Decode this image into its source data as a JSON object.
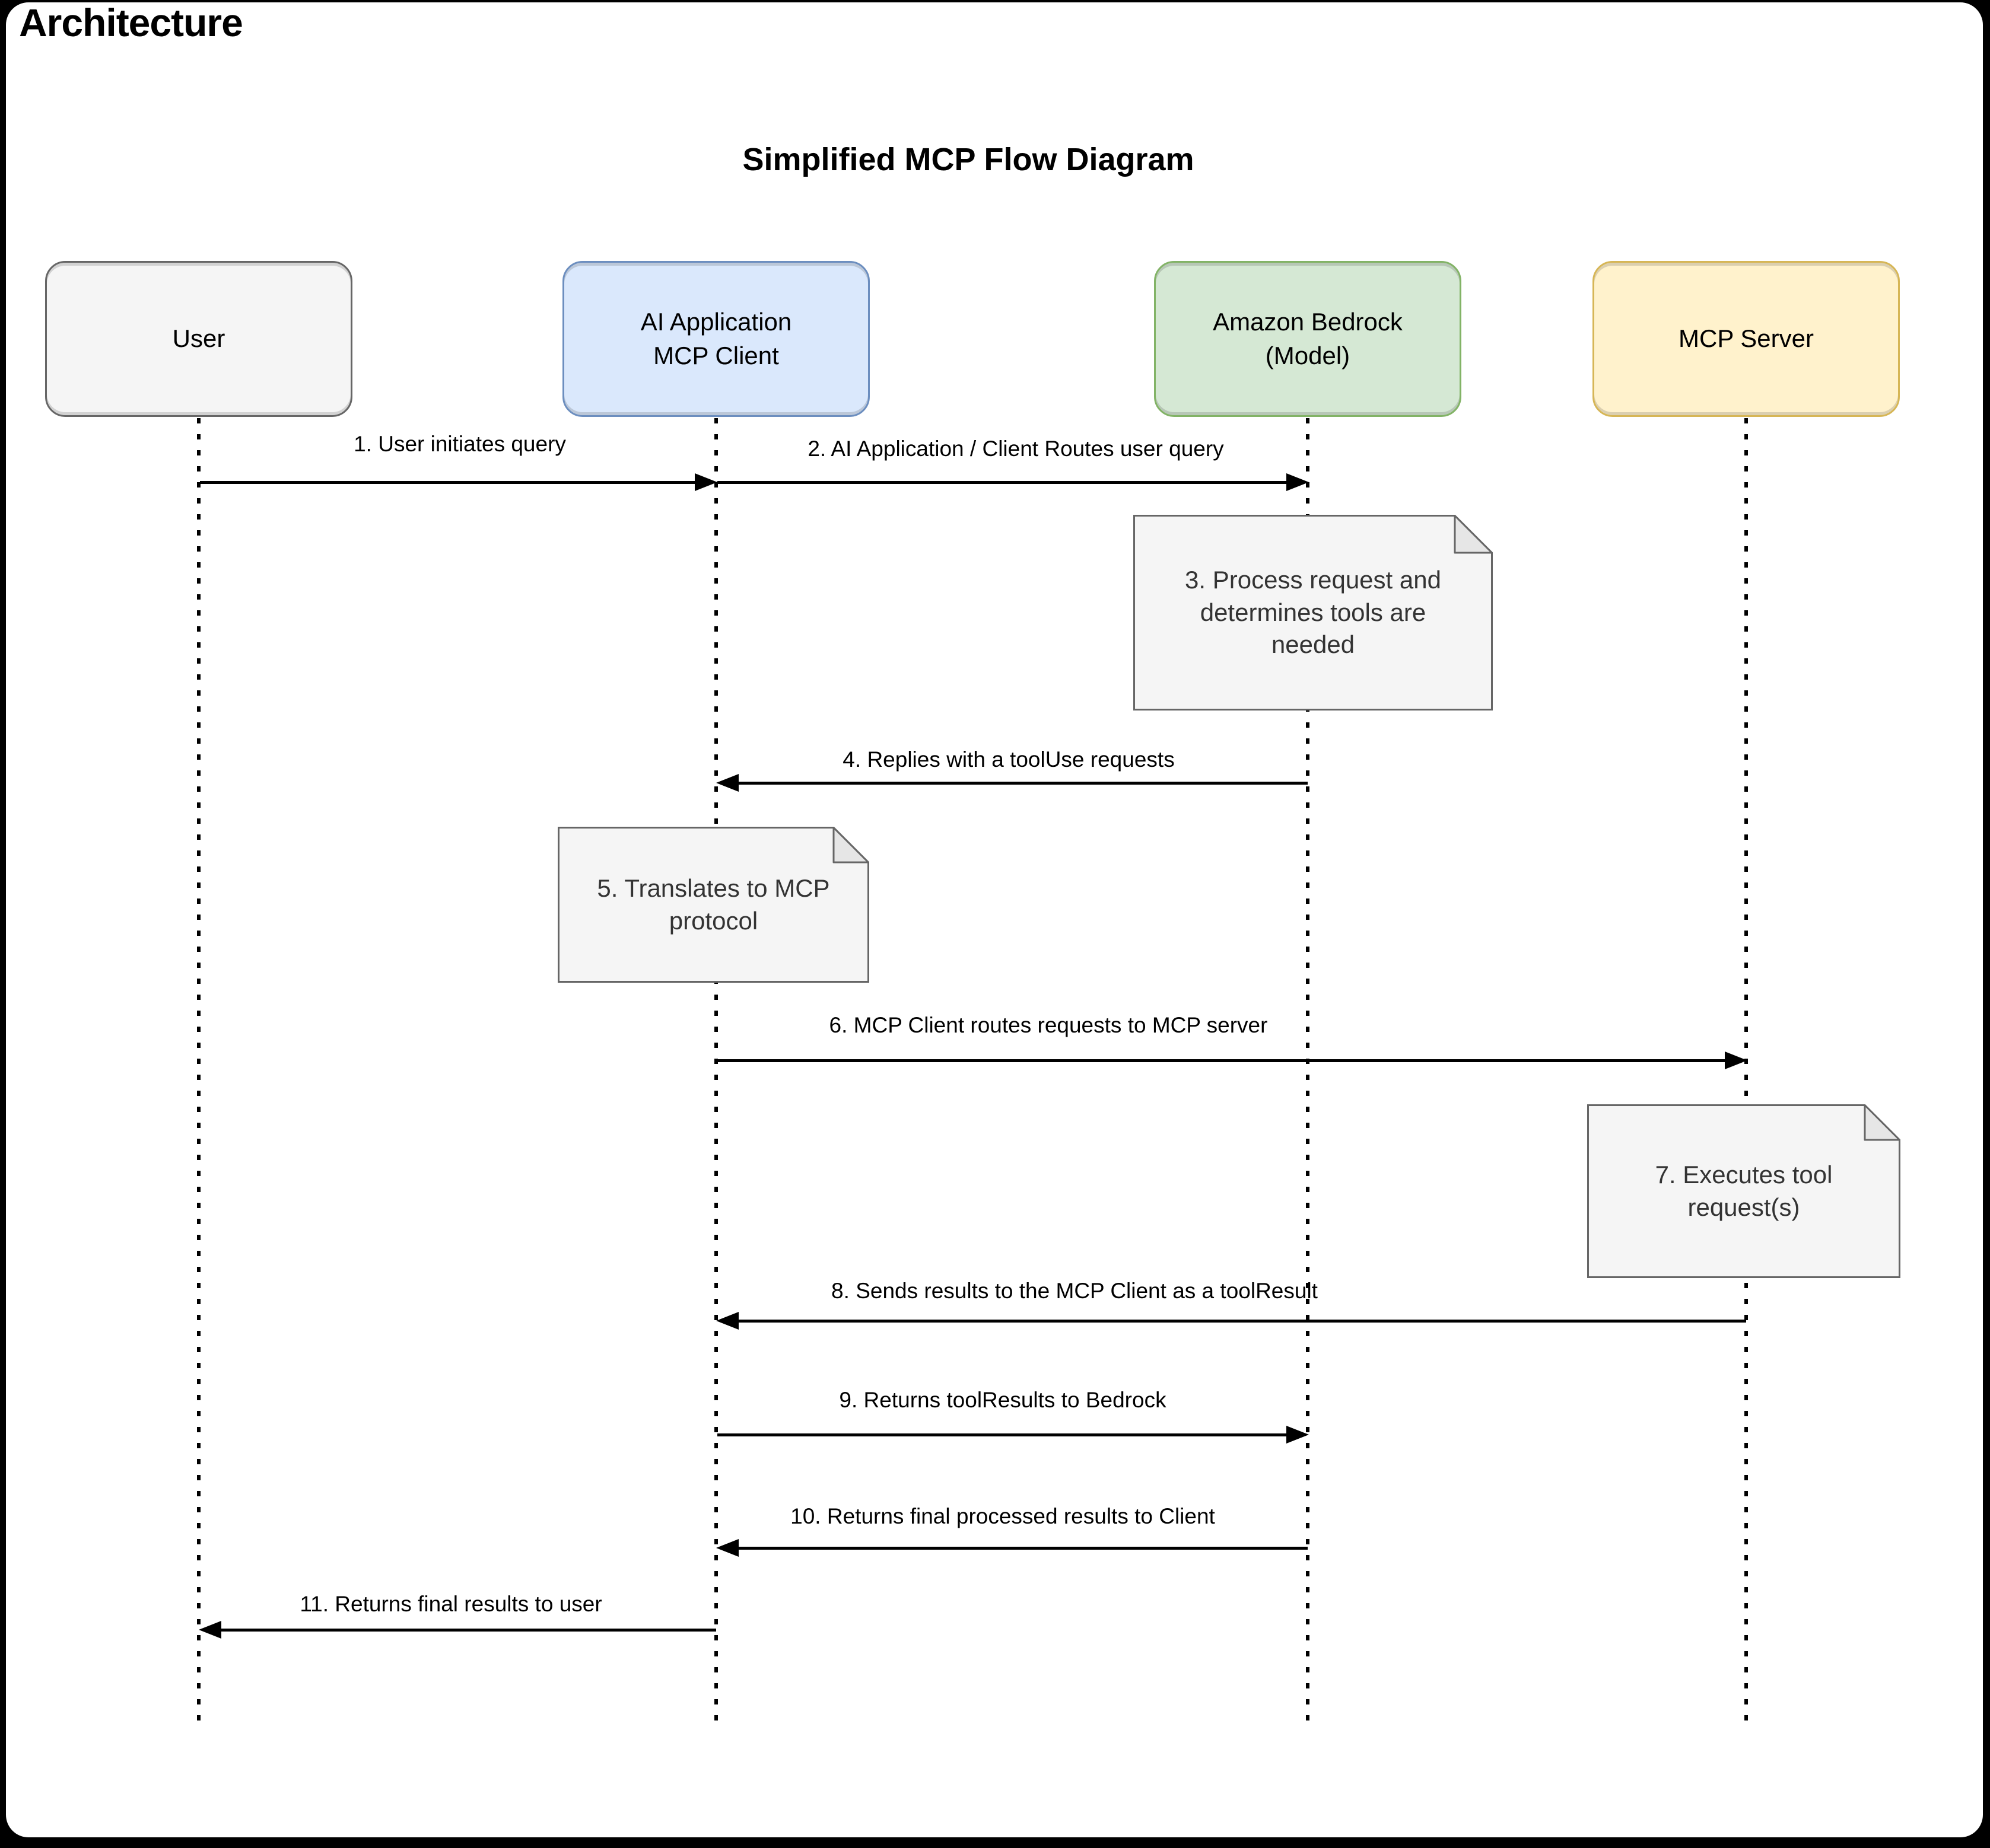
{
  "page": {
    "title": "Architecture"
  },
  "diagram": {
    "title": "Simplified MCP Flow Diagram",
    "colors": {
      "user_fill": "#f5f5f5",
      "user_border": "#666666",
      "client_fill": "#dae8fc",
      "client_border": "#6c8ebf",
      "bedrock_fill": "#d5e8d4",
      "bedrock_border": "#82b366",
      "server_fill": "#fff2cc",
      "server_border": "#d6b656",
      "note_fill": "#f5f5f5",
      "note_border": "#666666",
      "line": "#000000",
      "page_background": "#ffffff"
    },
    "participants": [
      {
        "id": "user",
        "label": "User"
      },
      {
        "id": "ai-application-mcp-client",
        "label": "AI Application\nMCP Client"
      },
      {
        "id": "amazon-bedrock-model",
        "label": "Amazon Bedrock\n(Model)"
      },
      {
        "id": "mcp-server",
        "label": "MCP Server"
      }
    ],
    "messages": [
      {
        "step": 1,
        "from": "user",
        "to": "ai-application-mcp-client",
        "label": "1. User initiates query"
      },
      {
        "step": 2,
        "from": "ai-application-mcp-client",
        "to": "amazon-bedrock-model",
        "label": "2. AI Application / Client Routes user query"
      },
      {
        "step": 4,
        "from": "amazon-bedrock-model",
        "to": "ai-application-mcp-client",
        "label": "4. Replies with a toolUse requests"
      },
      {
        "step": 6,
        "from": "ai-application-mcp-client",
        "to": "mcp-server",
        "label": "6. MCP Client routes requests to MCP server"
      },
      {
        "step": 8,
        "from": "mcp-server",
        "to": "ai-application-mcp-client",
        "label": "8. Sends results to the MCP Client as a toolResult"
      },
      {
        "step": 9,
        "from": "ai-application-mcp-client",
        "to": "amazon-bedrock-model",
        "label": "9. Returns toolResults to Bedrock"
      },
      {
        "step": 10,
        "from": "amazon-bedrock-model",
        "to": "ai-application-mcp-client",
        "label": "10. Returns final processed results to Client"
      },
      {
        "step": 11,
        "from": "ai-application-mcp-client",
        "to": "user",
        "label": "11. Returns final results to user"
      }
    ],
    "notes": [
      {
        "step": 3,
        "anchor": "amazon-bedrock-model",
        "text": "3. Process request and\ndetermines tools are\nneeded"
      },
      {
        "step": 5,
        "anchor": "ai-application-mcp-client",
        "text": "5. Translates to MCP\nprotocol"
      },
      {
        "step": 7,
        "anchor": "mcp-server",
        "text": "7. Executes tool\nrequest(s)"
      }
    ]
  }
}
